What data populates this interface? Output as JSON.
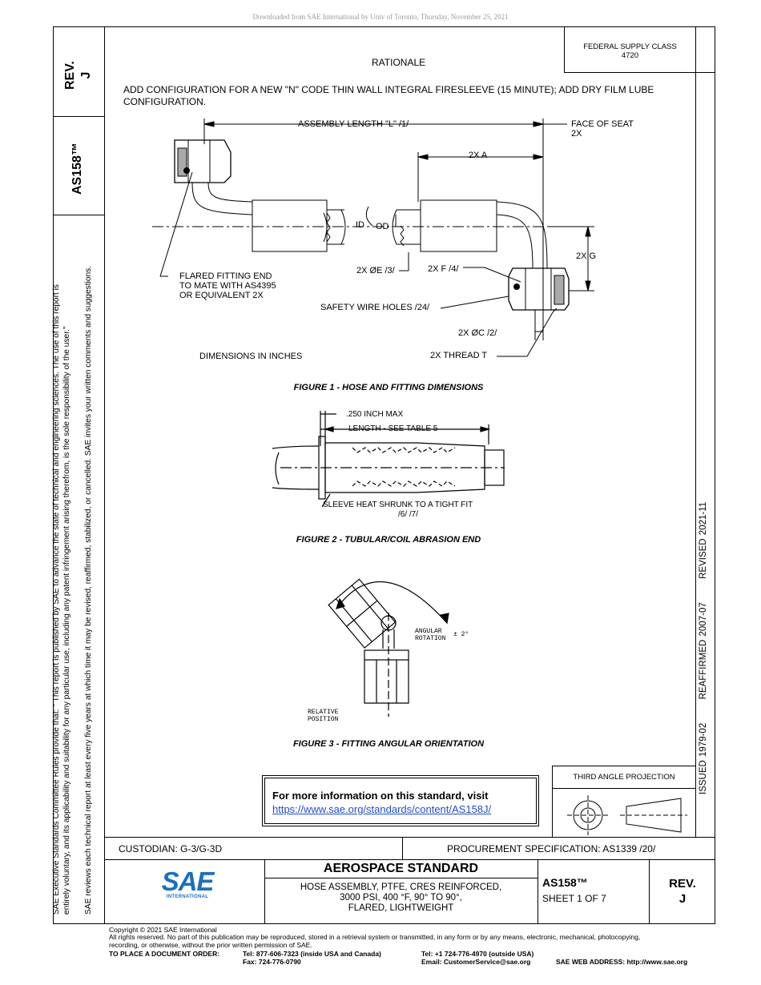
{
  "download_notice": "Downloaded from SAE International by Univ of Toronto, Thursday, November 25, 2021",
  "rev_box": {
    "label": "REV.",
    "value": "J"
  },
  "doc_number": "AS158™",
  "federal_supply": {
    "line1": "FEDERAL SUPPLY CLASS",
    "line2": "4720"
  },
  "rationale": {
    "heading": "RATIONALE",
    "text_line1": "ADD CONFIGURATION FOR A NEW \"N\" CODE THIN WALL INTEGRAL FIRESLEEVE (15 MINUTE); ADD DRY FILM LUBE",
    "text_line2": "CONFIGURATION."
  },
  "figure1": {
    "title": "FIGURE 1 - HOSE AND FITTING DIMENSIONS",
    "labels": {
      "assembly_length": "ASSEMBLY LENGTH \"L\" /1/",
      "face_of_seat_1": "FACE OF SEAT",
      "face_of_seat_2": "2X",
      "a": "2X A",
      "id": "ID",
      "od": "OD",
      "g": "2X G",
      "e": "2X ØE /3/",
      "f": "2X F /4/",
      "flared_1": "FLARED FITTING END",
      "flared_2": "TO MATE WITH AS4395",
      "flared_3": "OR EQUIVALENT 2X",
      "safety": "SAFETY WIRE HOLES /24/",
      "c": "2X ØC /2/",
      "thread": "2X THREAD T",
      "dims": "DIMENSIONS  IN  INCHES"
    }
  },
  "figure2": {
    "title": "FIGURE 2 - TUBULAR/COIL ABRASION END",
    "labels": {
      "max": ".250 INCH MAX",
      "length": "LENGTH - SEE TABLE 5",
      "sleeve": "SLEEVE HEAT SHRUNK TO A TIGHT FIT",
      "notes": "/6/   /7/"
    }
  },
  "figure3": {
    "title": "FIGURE 3 - FITTING ANGULAR ORIENTATION",
    "labels": {
      "angular_1": "ANGULAR",
      "angular_2": "ROTATION",
      "tolerance": "± 2°",
      "relative_1": "RELATIVE",
      "relative_2": "POSITION"
    }
  },
  "info_box": {
    "text": "For more information on this standard, visit",
    "link": "https://www.sae.org/standards/content/AS158J/"
  },
  "projection": {
    "label": "THIRD ANGLE PROJECTION"
  },
  "right_margin": {
    "issued": "ISSUED 1979-02",
    "reaffirmed": "REAFFIRMED 2007-07",
    "revised": "REVISED 2021-11"
  },
  "left_margin": {
    "line1": "SAE Executive Standards Committee Rules provide that: \"  This report is published by SAE to advance the state of technical and engineering sciences. The use of this report is",
    "line2": "entirely voluntary, and its applicability and suitability for any particular use, including any patent infringement arising therefrom, is the sole responsibility of the user.\"",
    "line3": "SAE reviews each technical report at least every five years at which time it may be revised, reaffirmed, stabilized, or cancelled. SAE invites your written comments and suggestions."
  },
  "title_block": {
    "custodian": "CUSTODIAN: G-3/G-3D",
    "procurement": "PROCUREMENT SPECIFICATION: AS1339 /20/",
    "standard_type": "AEROSPACE STANDARD",
    "desc_line1": "HOSE ASSEMBLY, PTFE, CRES REINFORCED,",
    "desc_line2": "3000 PSI, 400 °F, 90° TO 90°,",
    "desc_line3": "FLARED, LIGHTWEIGHT",
    "doc_number": "AS158™",
    "sheet": "SHEET 1 OF 7",
    "rev_label": "REV.",
    "rev_value": "J",
    "logo_text": "SAE",
    "logo_sub": "INTERNATIONAL",
    "logo_color": "#1a6fc4"
  },
  "footer": {
    "copyright": "Copyright © 2021 SAE International",
    "rights1": "All rights reserved. No part of this publication may be reproduced, stored in a retrieval system or transmitted, in any form or by any means, electronic, mechanical, photocopying,",
    "rights2": "recording, or otherwise, without the prior written permission of SAE.",
    "order_label": "TO PLACE A DOCUMENT ORDER:",
    "tel_us": "Tel: 877-606-7323 (inside USA and Canada)",
    "fax": "Fax: 724-776-0790",
    "tel_intl": "Tel: +1 724-776-4970 (outside USA)",
    "email": "Email: CustomerService@sae.org",
    "web": "SAE WEB ADDRESS: http://www.sae.org"
  }
}
